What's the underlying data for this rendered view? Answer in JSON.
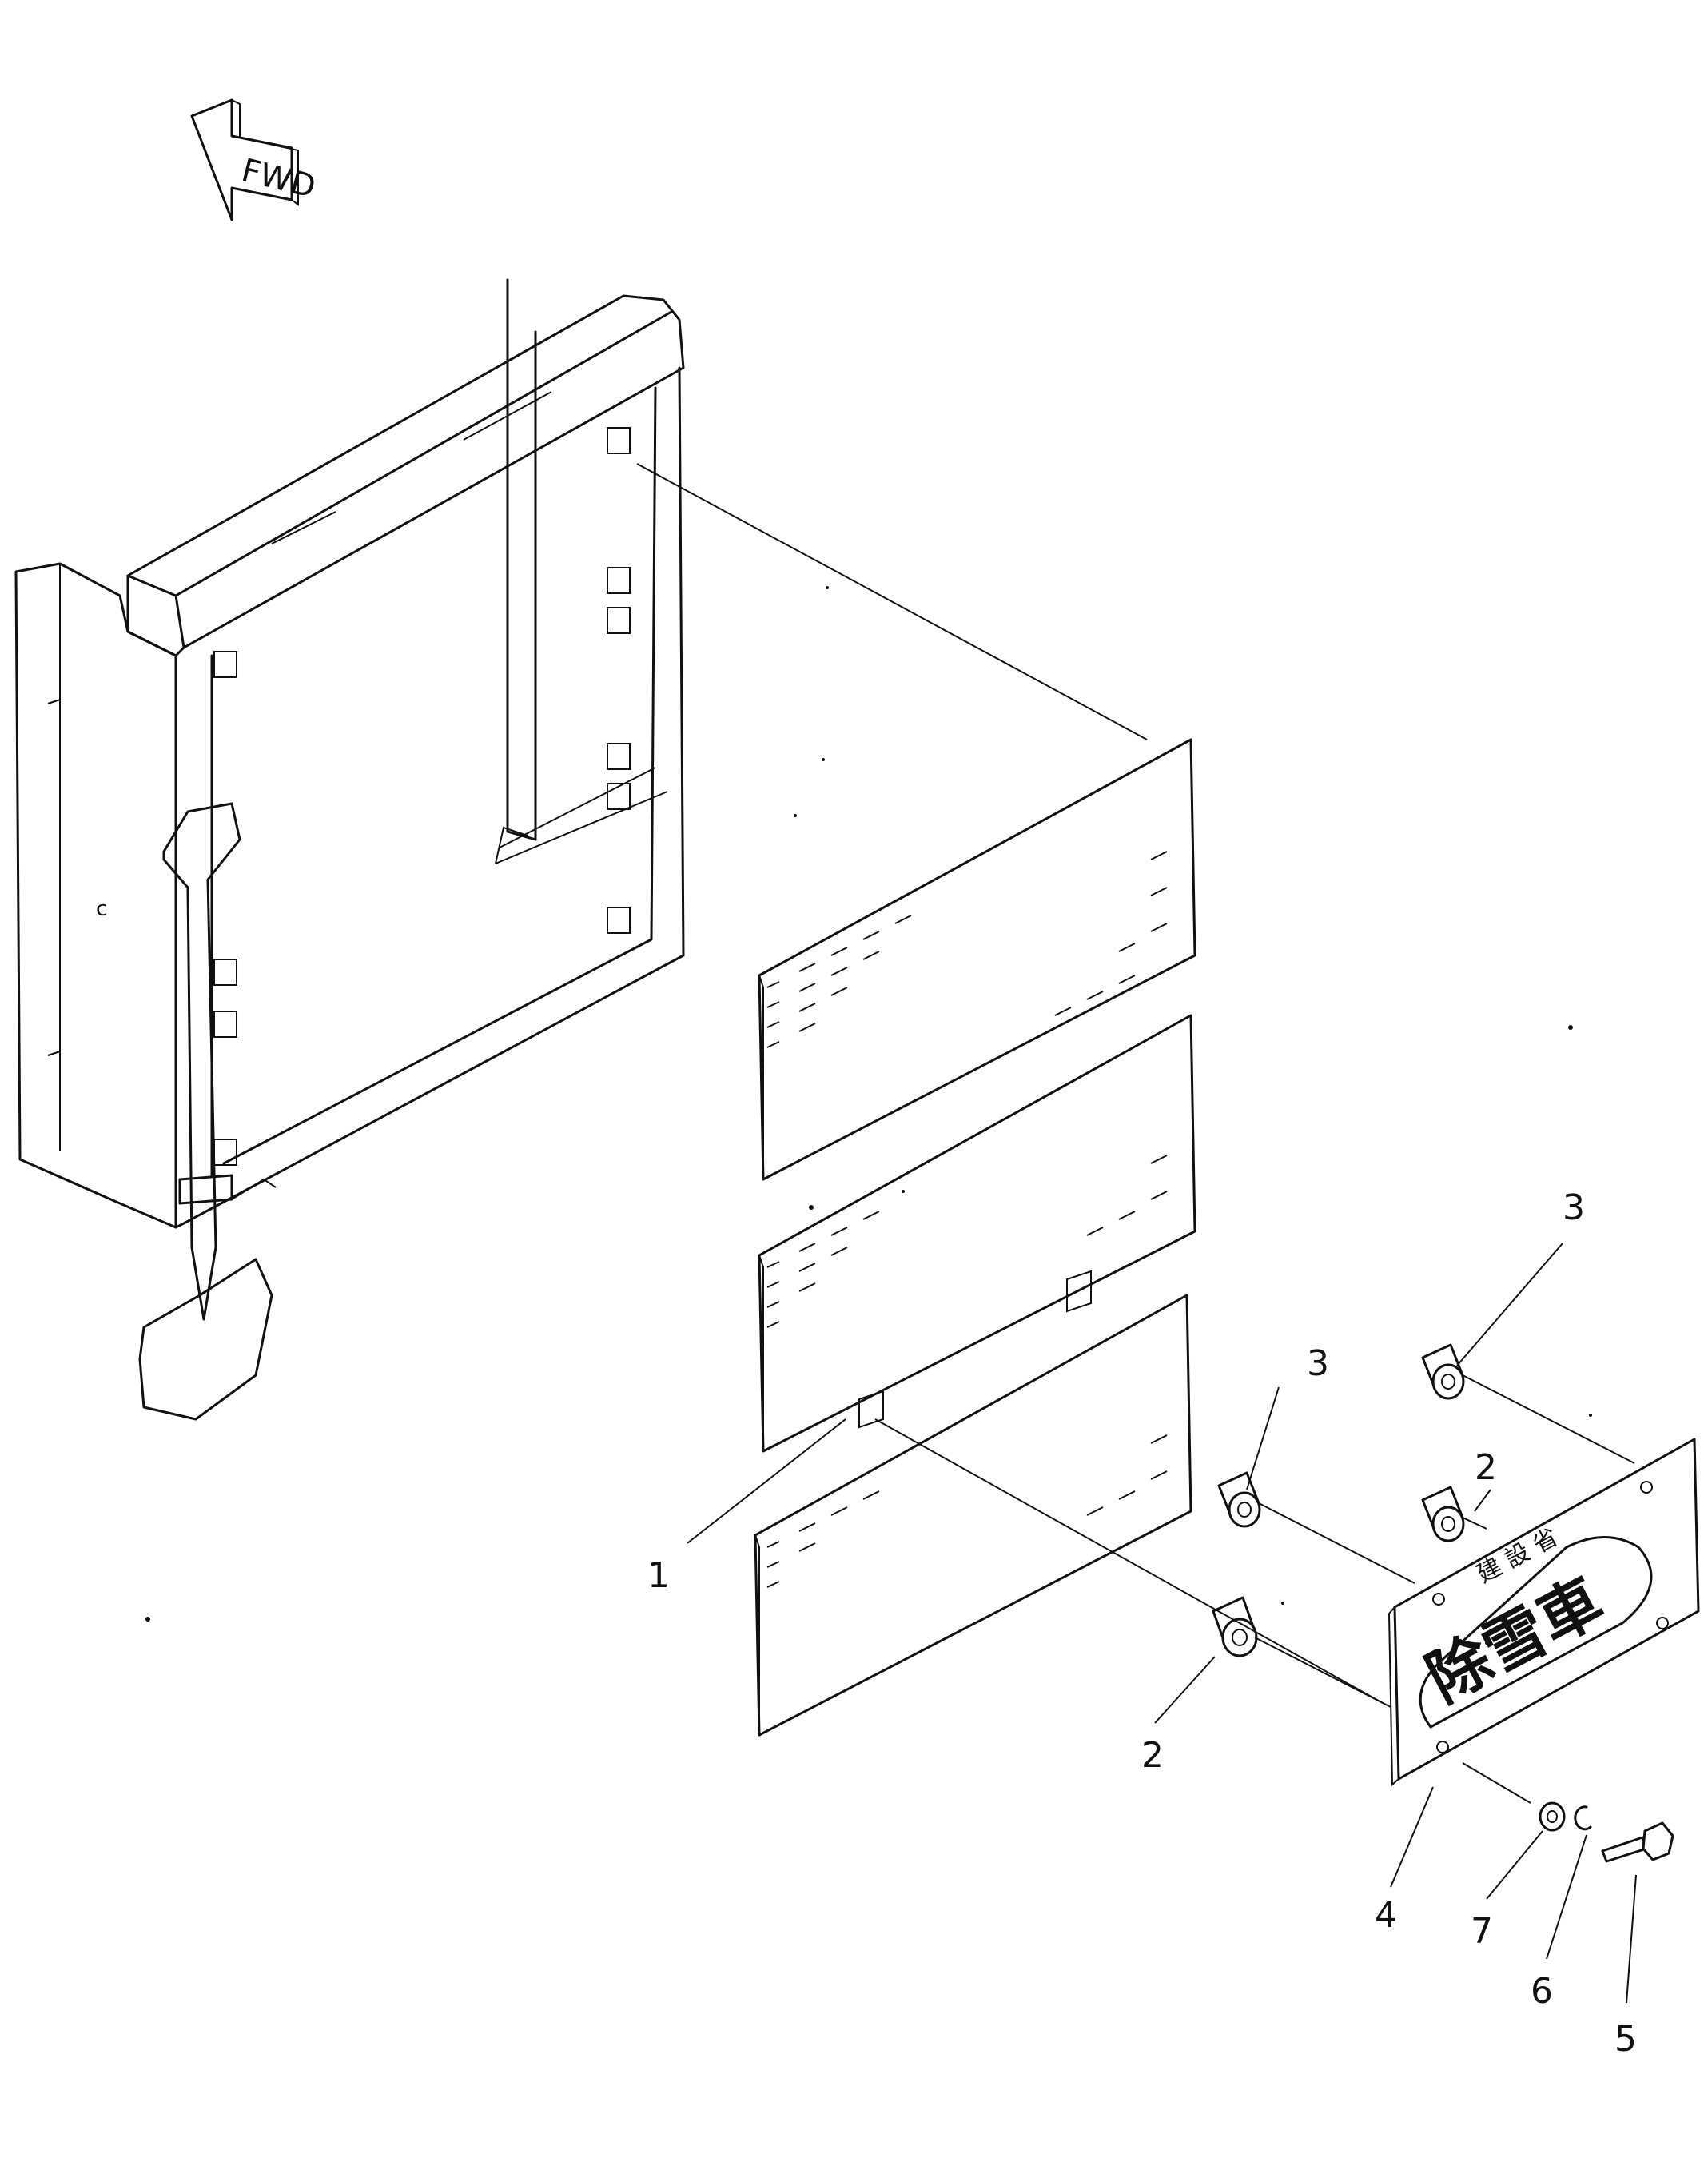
{
  "fwd_label": "FWD",
  "callouts": [
    {
      "id": "1",
      "label": "1"
    },
    {
      "id": "2a",
      "label": "2"
    },
    {
      "id": "2b",
      "label": "2"
    },
    {
      "id": "3a",
      "label": "3"
    },
    {
      "id": "3b",
      "label": "3"
    },
    {
      "id": "4",
      "label": "4"
    },
    {
      "id": "5",
      "label": "5"
    },
    {
      "id": "6",
      "label": "6"
    },
    {
      "id": "7",
      "label": "7"
    }
  ],
  "plate": {
    "top_text": "建 設 省",
    "main_text": "除雪車"
  }
}
